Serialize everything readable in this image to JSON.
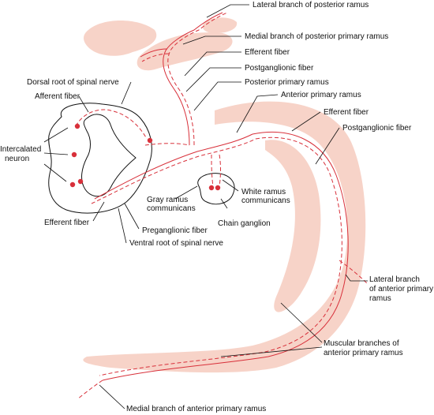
{
  "colors": {
    "muscle_fill": "#f7d3c8",
    "nerve_red": "#d8303a",
    "outline": "#111111",
    "background": "#ffffff"
  },
  "labels": {
    "lateral_branch_posterior_ramus": "Lateral branch of posterior ramus",
    "medial_branch_posterior_primary_ramus": "Medial branch of posterior primary ramus",
    "efferent_fiber_top": "Efferent fiber",
    "postganglionic_fiber_top": "Postganglionic fiber",
    "posterior_primary_ramus": "Posterior primary ramus",
    "dorsal_root_spinal_nerve": "Dorsal root of spinal nerve",
    "anterior_primary_ramus": "Anterior primary ramus",
    "afferent_fiber": "Afferent fiber",
    "efferent_fiber_right": "Efferent fiber",
    "postganglionic_fiber_right": "Postganglionic fiber",
    "intercalated_neuron_line1": "Intercalated",
    "intercalated_neuron_line2": "neuron",
    "gray_ramus_line1": "Gray ramus",
    "gray_ramus_line2": "communicans",
    "white_ramus_line1": "White ramus",
    "white_ramus_line2": "communicans",
    "chain_ganglion": "Chain ganglion",
    "efferent_fiber_bottom": "Efferent fiber",
    "preganglionic_fiber": "Preganglionic fiber",
    "ventral_root_spinal_nerve": "Ventral root of spinal nerve",
    "lateral_branch_anterior_line1": "Lateral branch",
    "lateral_branch_anterior_line2": "of anterior primary",
    "lateral_branch_anterior_line3": "ramus",
    "muscular_branches_line1": "Muscular branches of",
    "muscular_branches_line2": "anterior primary ramus",
    "medial_branch_anterior_primary_ramus": "Medial branch of anterior primary ramus"
  }
}
